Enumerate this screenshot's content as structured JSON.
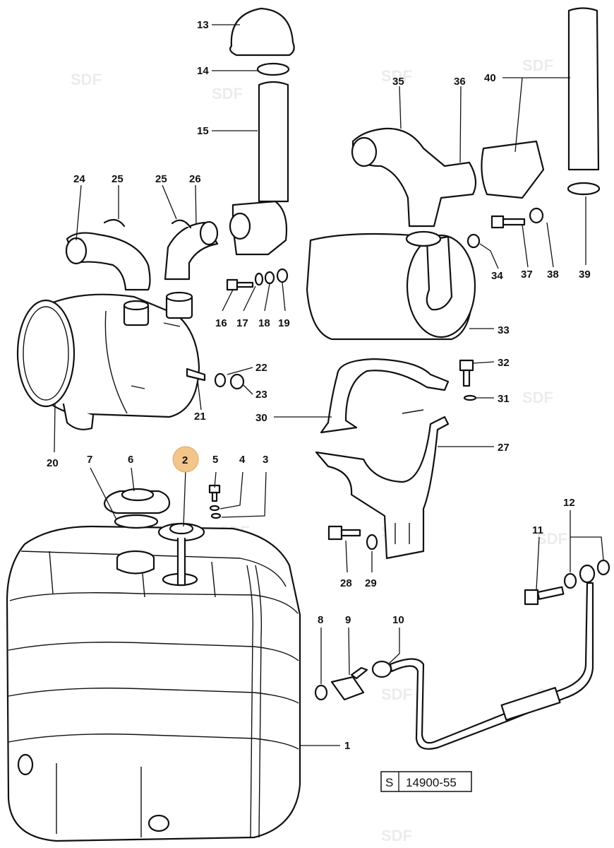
{
  "callouts": {
    "c1": "1",
    "c2": "2",
    "c3": "3",
    "c4": "4",
    "c5": "5",
    "c6": "6",
    "c7": "7",
    "c8": "8",
    "c9": "9",
    "c10": "10",
    "c11": "11",
    "c12": "12",
    "c13": "13",
    "c14": "14",
    "c15": "15",
    "c16": "16",
    "c17": "17",
    "c18": "18",
    "c19": "19",
    "c20": "20",
    "c21": "21",
    "c22": "22",
    "c23": "23",
    "c24": "24",
    "c25a": "25",
    "c25b": "25",
    "c26": "26",
    "c27": "27",
    "c28": "28",
    "c29": "29",
    "c30": "30",
    "c31": "31",
    "c32": "32",
    "c33": "33",
    "c34": "34",
    "c35": "35",
    "c36": "36",
    "c37": "37",
    "c38": "38",
    "c39": "39",
    "c40": "40"
  },
  "highlight_color": "#f2c58a",
  "reference": {
    "prefix": "S",
    "number": "14900-55"
  },
  "watermark": "SDF"
}
